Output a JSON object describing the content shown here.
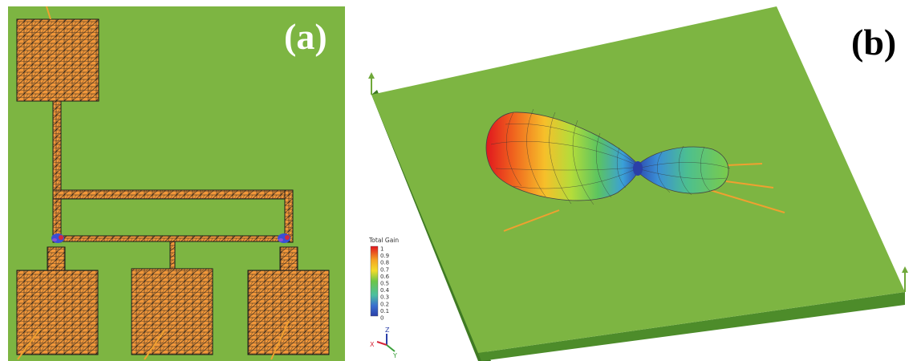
{
  "panel_a": {
    "label": "(a)",
    "colors": {
      "background": "#7db542",
      "patch": "#f1973a",
      "mesh": "#1a1a1a",
      "feed_port": "#3a4fd6"
    }
  },
  "panel_b": {
    "label": "(b)",
    "colors": {
      "top": "#7db542",
      "side_front": "#3f7a23",
      "side_right": "#4d8c2a",
      "arrow": "#6fa83a",
      "ray": "#f0a030"
    },
    "legend": {
      "title": "Total Gain",
      "ticks": [
        "1",
        "0.9",
        "0.8",
        "0.7",
        "0.6",
        "0.5",
        "0.4",
        "0.3",
        "0.2",
        "0.1",
        "0"
      ],
      "gradient": [
        "#e0141e",
        "#f25a1e",
        "#f5a623",
        "#f2dc2a",
        "#bfe03a",
        "#6cc648",
        "#4cbfa0",
        "#4aa6d8",
        "#3a6fcf",
        "#2a3fa8"
      ]
    },
    "axis_labels": {
      "x": "X",
      "y": "Y",
      "z": "Z"
    }
  }
}
